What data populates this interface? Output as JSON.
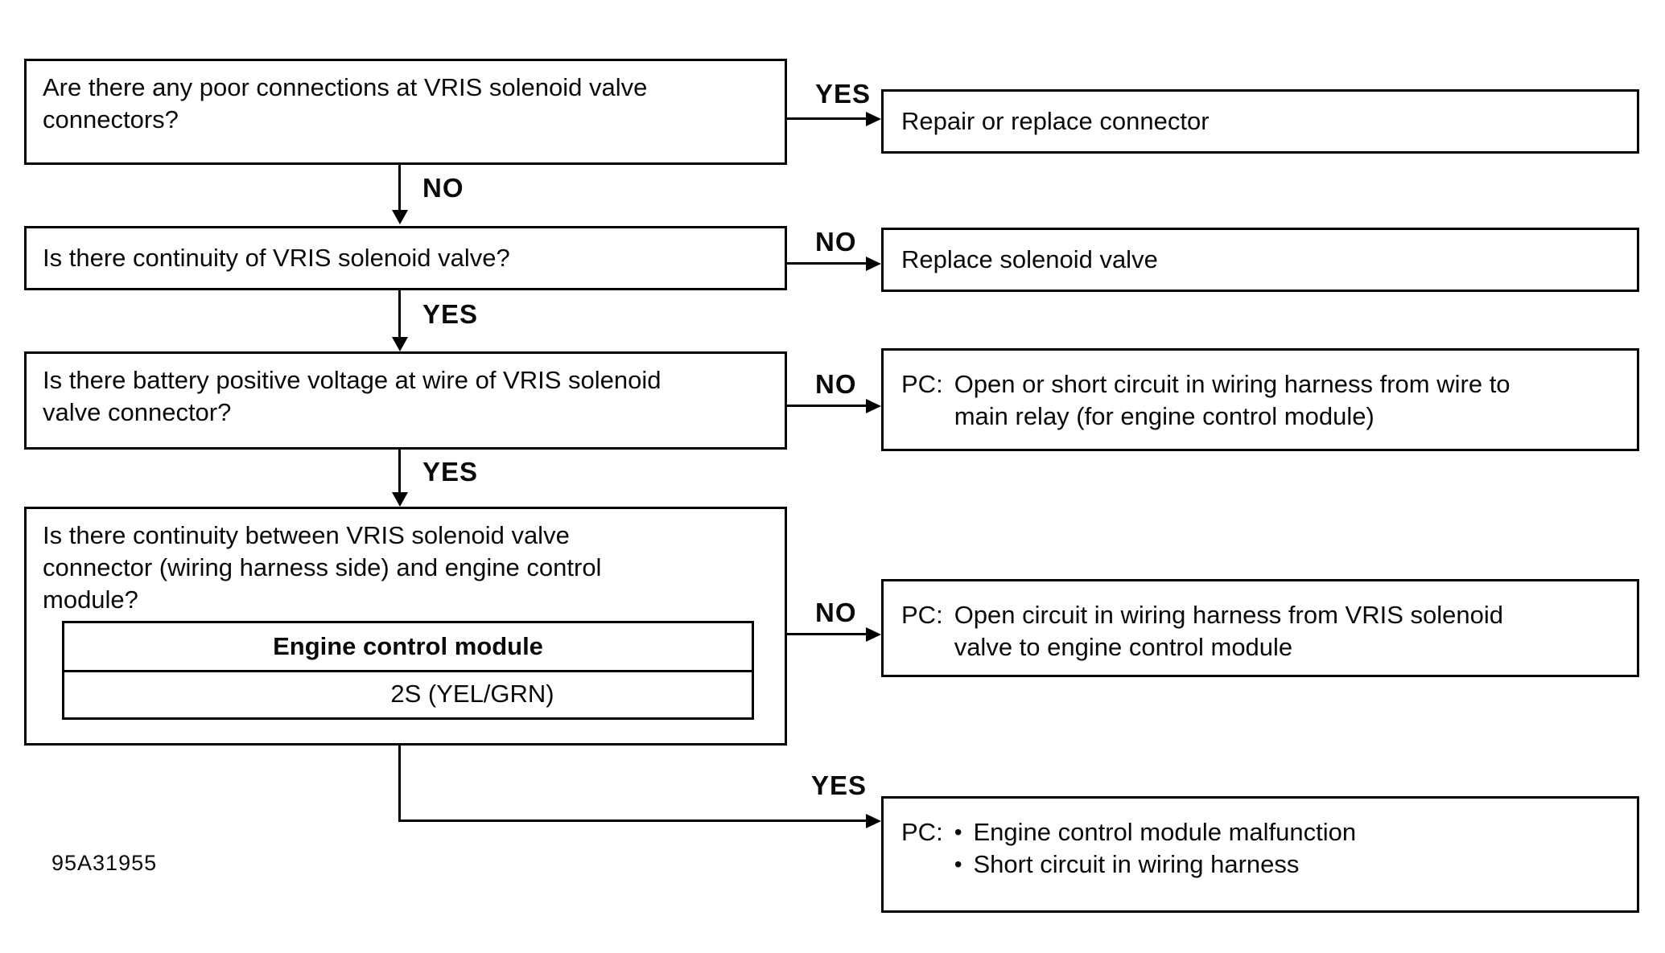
{
  "figure_code": "95A31955",
  "colors": {
    "ink": "#000000",
    "background": "#ffffff"
  },
  "flow": {
    "questions": [
      {
        "lines": [
          "Are there any poor connections at VRIS solenoid valve",
          "connectors?"
        ]
      },
      {
        "lines": [
          "Is there continuity of VRIS solenoid valve?"
        ]
      },
      {
        "lines": [
          "Is there battery positive voltage at wire of VRIS solenoid",
          "valve connector?"
        ]
      },
      {
        "lines": [
          "Is there continuity between VRIS solenoid valve",
          "connector (wiring harness side) and engine control",
          "module?"
        ]
      }
    ],
    "ecm_table": {
      "header": "Engine control module",
      "cell": "2S (YEL/GRN)"
    },
    "branches": {
      "q1_yes": "YES",
      "q1_no": "NO",
      "q2_no": "NO",
      "q2_yes": "YES",
      "q3_no": "NO",
      "q3_yes": "YES",
      "q4_no": "NO",
      "q4_yes": "YES"
    },
    "results": [
      {
        "text": "Repair or replace connector"
      },
      {
        "text": "Replace solenoid valve"
      },
      {
        "prefix": "PC:",
        "lines": [
          "Open or short circuit in wiring harness from wire to",
          "main relay (for engine control module)"
        ]
      },
      {
        "prefix": "PC:",
        "lines": [
          "Open circuit in wiring harness from VRIS solenoid",
          "valve to engine control module"
        ]
      },
      {
        "prefix": "PC:",
        "bullet": "•",
        "items": [
          "Engine control module malfunction",
          "Short circuit in wiring harness"
        ]
      }
    ]
  }
}
